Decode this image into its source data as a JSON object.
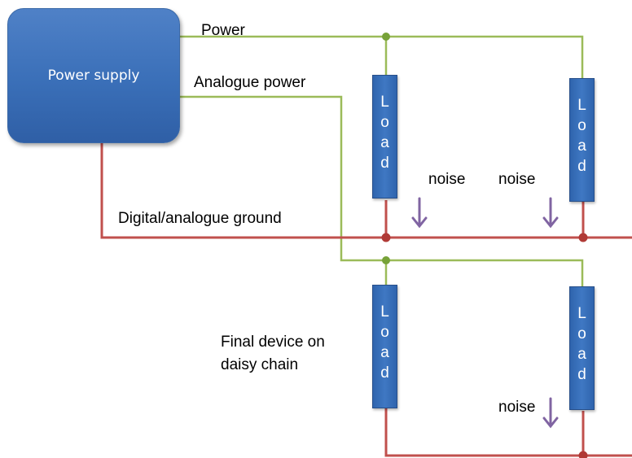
{
  "colors": {
    "power_line": "#9bbb59",
    "ground_line": "#c0504d",
    "node_power": "#77a238",
    "node_ground": "#b03a36",
    "noise_arrow": "#8064a2",
    "block_fill": "#3c73bf"
  },
  "power_supply": {
    "label": "Power supply"
  },
  "wire_labels": {
    "power": "Power",
    "analogue_power": "Analogue power",
    "ground": "Digital/analogue ground"
  },
  "loads": [
    {
      "letters": [
        "L",
        "o",
        "a",
        "d"
      ]
    },
    {
      "letters": [
        "L",
        "o",
        "a",
        "d"
      ]
    },
    {
      "letters": [
        "L",
        "o",
        "a",
        "d"
      ]
    },
    {
      "letters": [
        "L",
        "o",
        "a",
        "d"
      ]
    }
  ],
  "noise_labels": [
    "noise",
    "noise",
    "noise"
  ],
  "final_device": {
    "line1": "Final device on",
    "line2": "daisy chain"
  }
}
